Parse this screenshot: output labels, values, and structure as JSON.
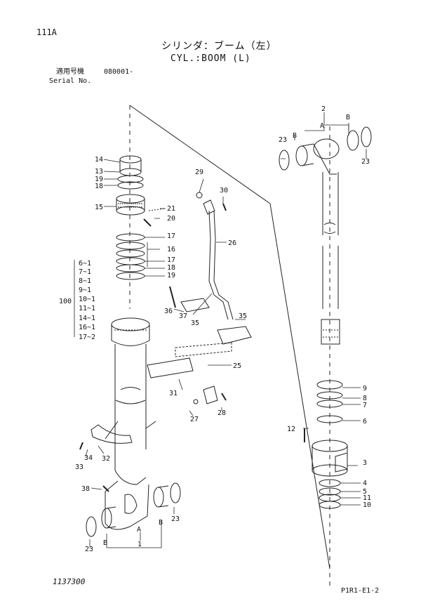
{
  "header": {
    "page_number": "111A",
    "title_jp": "シリンダ：ブーム（左）",
    "title_en": "CYL.:BOOM (L)",
    "serial_label_jp": "適用号機",
    "serial_value": "080001-",
    "serial_label_en": "Serial No."
  },
  "footer": {
    "drawing_number": "1137300",
    "reference_code": "P1R1-E1-2"
  },
  "callouts": {
    "c1": "1",
    "c2": "2",
    "c3": "3",
    "c4": "4",
    "c5": "5",
    "c6": "6",
    "c7": "7",
    "c8": "8",
    "c9": "9",
    "c10": "10",
    "c11": "11",
    "c12": "12",
    "c13": "13",
    "c14": "14",
    "c15": "15",
    "c16": "16",
    "c17": "17",
    "c18": "18",
    "c19": "19",
    "c20": "20",
    "c21": "21",
    "c23": "23",
    "c25": "25",
    "c26": "26",
    "c27": "27",
    "c28": "28",
    "c29": "29",
    "c30": "30",
    "c31": "31",
    "c32": "32",
    "c33": "33",
    "c34": "34",
    "c35": "35",
    "c36": "36",
    "c37": "37",
    "c38": "38",
    "A": "A",
    "B": "B"
  },
  "assembly_100": {
    "label": "100",
    "items": [
      "6~1",
      "7~1",
      "8~1",
      "9~1",
      "10~1",
      "11~1",
      "14~1",
      "16~1",
      "17~2"
    ]
  }
}
